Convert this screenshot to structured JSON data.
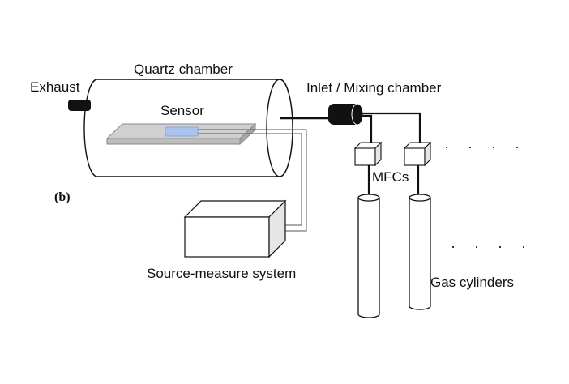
{
  "labels": {
    "quartz_chamber": "Quartz chamber",
    "exhaust": "Exhaust",
    "sensor": "Sensor",
    "inlet": "Inlet / Mixing chamber",
    "panel": "(b)",
    "mfcs": "MFCs",
    "source_measure": "Source-measure system",
    "gas_cylinders": "Gas cylinders",
    "ellipsis_top": "· · · ·",
    "ellipsis_bottom": "· · · ·"
  },
  "colors": {
    "stroke": "#111111",
    "box_side": "#e6e6e6",
    "substrate": "#d0d0d0",
    "sensor_chip": "#a9c4ee"
  }
}
